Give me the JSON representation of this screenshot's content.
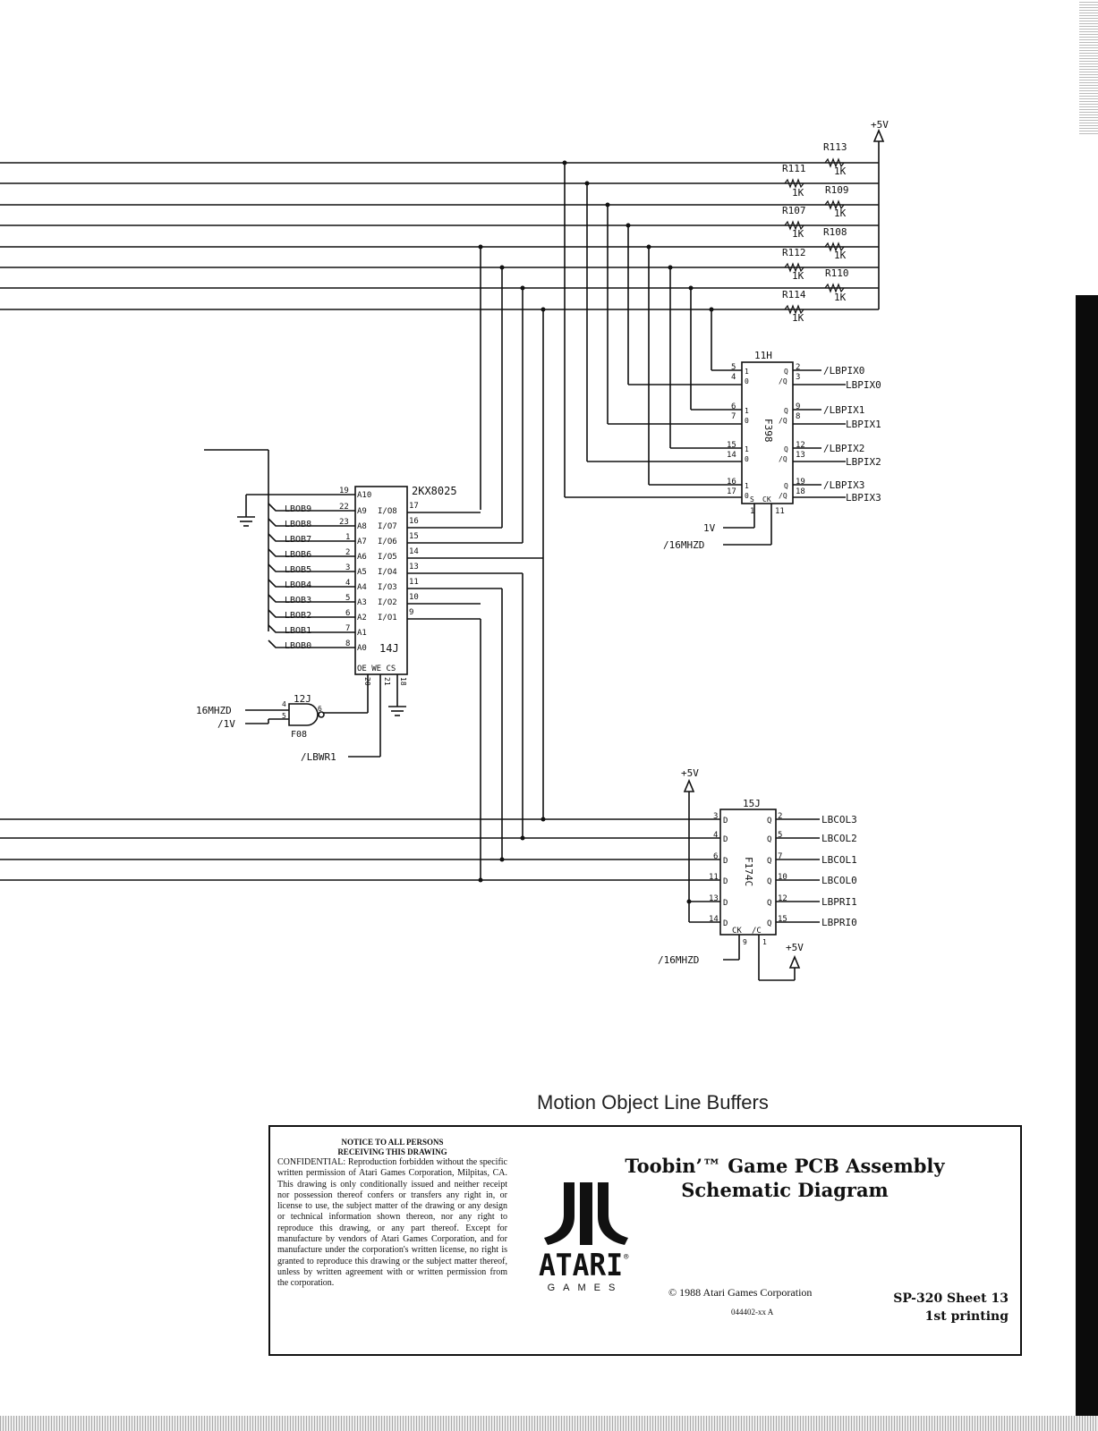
{
  "diagram": {
    "power_top": "+5V",
    "resistors": [
      {
        "ref": "R113",
        "value": "1K"
      },
      {
        "ref": "R111",
        "value": "1K"
      },
      {
        "ref": "R109",
        "value": "1K"
      },
      {
        "ref": "R107",
        "value": "1K"
      },
      {
        "ref": "R108",
        "value": "1K"
      },
      {
        "ref": "R112",
        "value": "1K"
      },
      {
        "ref": "R110",
        "value": "1K"
      },
      {
        "ref": "R114",
        "value": "1K"
      }
    ],
    "chip_11h": {
      "designator": "11H",
      "part": "F398",
      "pins_in": [
        "5",
        "4",
        "6",
        "7",
        "15",
        "14",
        "16",
        "17"
      ],
      "pins_out": [
        "2",
        "3",
        "9",
        "8",
        "12",
        "13",
        "19",
        "18"
      ],
      "pins_bottom": [
        "1",
        "11"
      ],
      "pin_labels": [
        "1",
        "0",
        "1",
        "0",
        "1",
        "0",
        "1",
        "0",
        "Q",
        "/Q",
        "Q",
        "/Q",
        "Q",
        "/Q",
        "Q",
        "/Q",
        "S",
        "CK"
      ],
      "outputs": [
        "/LBPIX0",
        "LBPIX0",
        "/LBPIX1",
        "LBPIX1",
        "/LBPIX2",
        "LBPIX2",
        "/LBPIX3",
        "LBPIX3"
      ],
      "inputs": [
        "1V",
        "/16MHZD"
      ]
    },
    "chip_14j": {
      "designator": "14J",
      "part": "2KX8025",
      "address_pins": [
        "19",
        "22",
        "23",
        "1",
        "2",
        "3",
        "4",
        "5",
        "6",
        "7",
        "8"
      ],
      "address_labels": [
        "A10",
        "A9",
        "A8",
        "A7",
        "A6",
        "A5",
        "A4",
        "A3",
        "A2",
        "A1",
        "A0"
      ],
      "io_labels": [
        "I/O8",
        "I/O7",
        "I/O6",
        "I/O5",
        "I/O4",
        "I/O3",
        "I/O2",
        "I/O1"
      ],
      "io_pins": [
        "17",
        "16",
        "15",
        "14",
        "13",
        "11",
        "10",
        "9"
      ],
      "control_labels": "OE WE CS",
      "control_pins": [
        "20",
        "21",
        "18"
      ],
      "bus_labels": [
        "LBOB9",
        "LBOB8",
        "LBOB7",
        "LBOB6",
        "LBOB5",
        "LBOB4",
        "LBOB3",
        "LBOB2",
        "LBOB1",
        "LBOB0"
      ]
    },
    "gate_12j": {
      "designator": "12J",
      "part": "F08",
      "pins": [
        "4",
        "5",
        "6"
      ],
      "inputs": [
        "16MHZD",
        "/1V"
      ],
      "write_signal": "/LBWR1"
    },
    "chip_15j": {
      "designator": "15J",
      "part": "F174C",
      "power": "+5V",
      "pins_in": [
        "3",
        "4",
        "6",
        "11",
        "13",
        "14"
      ],
      "pins_out": [
        "2",
        "5",
        "7",
        "10",
        "12",
        "15"
      ],
      "pins_bottom": [
        "9",
        "1"
      ],
      "d_label": "D",
      "q_label": "Q",
      "clock_labels": [
        "CK",
        "/C"
      ],
      "outputs": [
        "LBCOL3",
        "LBCOL2",
        "LBCOL1",
        "LBCOL0",
        "LBPRI1",
        "LBPRI0"
      ],
      "clock_input": "/16MHZD",
      "clear_power": "+5V"
    }
  },
  "page_heading": "Motion Object Line Buffers",
  "title_block": {
    "notice_heading_1": "NOTICE TO ALL PERSONS",
    "notice_heading_2": "RECEIVING THIS DRAWING",
    "notice_body": "CONFIDENTIAL: Reproduction forbidden without the specific written permission of Atari Games Corporation, Milpitas, CA. This drawing is only conditionally issued and neither receipt nor possession thereof confers or transfers any right in, or license to use, the subject matter of the drawing or any design or technical information shown thereon, nor any right to reproduce this drawing, or any part thereof. Except for manufacture by vendors of Atari Games Corporation, and for manufacture under the corporation's written license, no right is granted to reproduce this drawing or the subject matter thereof, unless by written agreement with or written permission from the corporation.",
    "title_line_1": "Toobin’™ Game PCB Assembly",
    "title_line_2": "Schematic Diagram",
    "logo_text": "ATARI",
    "logo_sub": "GAMES",
    "copyright": "© 1988 Atari Games Corporation",
    "doc_number": "044402-xx A",
    "sheet_line_1": "SP-320 Sheet 13",
    "sheet_line_2": "1st printing"
  }
}
